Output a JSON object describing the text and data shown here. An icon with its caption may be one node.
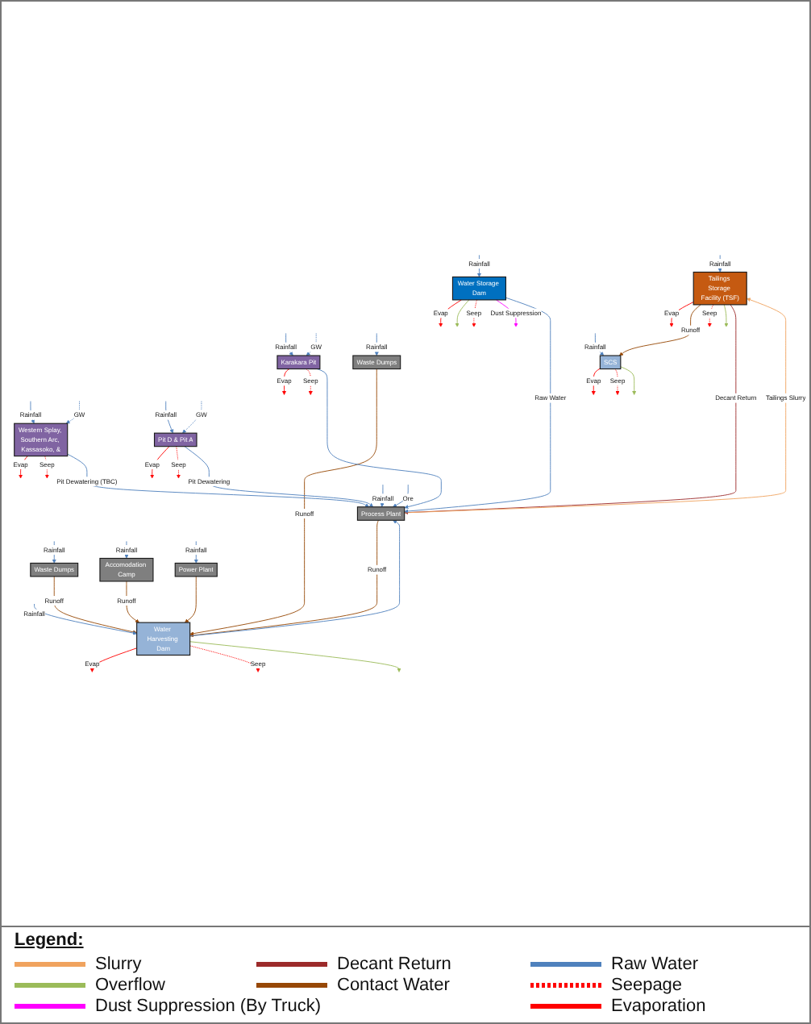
{
  "diagram": {
    "nodes": [
      {
        "text": [
          "Tailings Storage Facility (TSF)"
        ]
      },
      {
        "text": [
          "SCS"
        ]
      },
      {
        "text": [
          "Water Storage Dam"
        ]
      },
      {
        "text": [
          "Waste Dumps"
        ]
      },
      {
        "text": [
          "Karakara Pit"
        ]
      },
      {
        "text": [
          "Pit D & Pit A"
        ]
      },
      {
        "text": [
          "Process Plant"
        ]
      },
      {
        "text": [
          "Power Plant"
        ]
      },
      {
        "text": [
          "Accomodation Camp"
        ]
      },
      {
        "text": [
          "Waste Dumps"
        ]
      },
      {
        "text": [
          "Western Splay, Southern Arc, Kassasoko, &"
        ]
      },
      {
        "text": [
          "Water Harvesting Dam"
        ]
      }
    ],
    "edges": [
      {
        "from": null,
        "to": 0,
        "arrow": "to",
        "label": "Rainfall"
      },
      {
        "from": 0,
        "to": null,
        "arrow": "to",
        "label": "Evap",
        "color": "#ff0000"
      },
      {
        "from": 0,
        "to": 1,
        "arrow": "to",
        "label": "Runoff",
        "color": "#974806"
      },
      {
        "from": 0,
        "to": null,
        "arrow": "to",
        "label": "Seep",
        "style": "dashed",
        "color": "#ff0000"
      },
      {
        "from": 0,
        "to": null,
        "arrow": "to",
        "color": "#9bbb59"
      },
      {
        "from": 0,
        "to": 6,
        "arrow": "to",
        "label": "Decant Return",
        "color": "#9c2b2b"
      },
      {
        "from": null,
        "to": 1,
        "arrow": "to",
        "label": "Rainfall"
      },
      {
        "from": 1,
        "to": null,
        "arrow": "to",
        "label": "Evap",
        "color": "#ff0000"
      },
      {
        "from": 1,
        "to": null,
        "arrow": "to",
        "label": "Seep",
        "style": "dashed",
        "color": "#ff0000"
      },
      {
        "from": 1,
        "to": null,
        "arrow": "to",
        "color": "#9bbb59"
      },
      {
        "from": 6,
        "to": 0,
        "arrow": "to",
        "label": "Tailings Slurry",
        "color": "#f0a35e"
      },
      {
        "from": null,
        "to": 2,
        "arrow": "to",
        "label": "Rainfall"
      },
      {
        "from": 2,
        "to": null,
        "arrow": "to",
        "label": "Evap",
        "color": "#ff0000"
      },
      {
        "from": 2,
        "to": null,
        "arrow": "to",
        "color": "#9bbb59"
      },
      {
        "from": 2,
        "to": null,
        "arrow": "to",
        "label": "Seep",
        "style": "dashed",
        "color": "#ff0000"
      },
      {
        "from": 2,
        "to": null,
        "arrow": "to",
        "label": "Dust Suppression",
        "color": "#ff00ff"
      },
      {
        "from": 2,
        "to": 6,
        "arrow": "to",
        "label": "Raw Water"
      },
      {
        "from": null,
        "to": 3,
        "arrow": "to",
        "label": "Rainfall"
      },
      {
        "from": 3,
        "to": 11,
        "arrow": "to",
        "label": "Runoff",
        "color": "#974806"
      },
      {
        "from": null,
        "to": 4,
        "arrow": "to",
        "label": "Rainfall"
      },
      {
        "from": 4,
        "to": null,
        "arrow": "to",
        "label": "Evap",
        "color": "#ff0000"
      },
      {
        "from": 4,
        "to": null,
        "arrow": "to",
        "label": "Seep",
        "style": "dashed",
        "color": "#ff0000"
      },
      {
        "from": null,
        "to": 4,
        "arrow": "to",
        "label": "GW",
        "style": "dashed"
      },
      {
        "from": 4,
        "to": 6,
        "arrow": "to"
      },
      {
        "from": null,
        "to": 5,
        "arrow": "to",
        "label": "Rainfall"
      },
      {
        "from": 5,
        "to": null,
        "arrow": "to",
        "label": "Evap",
        "color": "#ff0000"
      },
      {
        "from": 5,
        "to": null,
        "arrow": "to",
        "label": "Seep",
        "style": "dashed",
        "color": "#ff0000"
      },
      {
        "from": null,
        "to": 5,
        "arrow": "to",
        "label": "GW",
        "style": "dashed"
      },
      {
        "from": 5,
        "to": 6,
        "arrow": "to",
        "label": "Pit Dewatering"
      },
      {
        "from": null,
        "to": 6,
        "arrow": "to",
        "label": "Rainfall"
      },
      {
        "from": null,
        "to": 6,
        "arrow": "to",
        "label": "Ore"
      },
      {
        "from": 6,
        "to": 11,
        "arrow": "to",
        "label": "Runoff",
        "color": "#974806"
      },
      {
        "from": null,
        "to": 7,
        "arrow": "to",
        "label": "Rainfall"
      },
      {
        "from": 7,
        "to": 11,
        "arrow": "to",
        "color": "#974806"
      },
      {
        "from": null,
        "to": 8,
        "arrow": "to",
        "label": "Rainfall"
      },
      {
        "from": 8,
        "to": 11,
        "arrow": "to",
        "label": "Runoff",
        "color": "#974806"
      },
      {
        "from": null,
        "to": 9,
        "arrow": "to",
        "label": "Rainfall"
      },
      {
        "from": 9,
        "to": 11,
        "arrow": "to",
        "label": "Runoff",
        "color": "#974806"
      },
      {
        "from": null,
        "to": 10,
        "arrow": "to",
        "label": "Rainfall"
      },
      {
        "from": 10,
        "to": null,
        "arrow": "to",
        "label": "Evap",
        "color": "#ff0000"
      },
      {
        "from": 10,
        "to": null,
        "arrow": "to",
        "label": "Seep",
        "style": "dashed",
        "color": "#ff0000"
      },
      {
        "from": null,
        "to": 10,
        "arrow": "to",
        "label": "GW",
        "style": "dashed"
      },
      {
        "from": 10,
        "to": 6,
        "arrow": "to",
        "label": "Pit Dewatering (TBC)"
      },
      {
        "from": null,
        "to": 11,
        "arrow": "to",
        "label": "Rainfall"
      },
      {
        "from": 11,
        "to": null,
        "arrow": "to",
        "label": "Evap",
        "color": "#ff0000"
      },
      {
        "from": 11,
        "to": null,
        "arrow": "to",
        "label": "Seep",
        "style": "dashed",
        "color": "#ff0000"
      },
      {
        "from": 11,
        "to": null,
        "arrow": "to",
        "color": "#9bbb59"
      },
      {
        "from": 11,
        "to": 6,
        "arrow": "to"
      }
    ],
    "labels": [
      "Legend:"
    ],
    "legend": [
      {
        "text": "Slurry"
      },
      {
        "text": "Decant Return"
      },
      {
        "text": "Raw Water"
      },
      {
        "text": "Overflow"
      },
      {
        "text": "Contact Water"
      },
      {
        "text": "Seepage"
      },
      {
        "text": "Dust Suppression (By Truck)"
      },
      {
        "text": "Evaporation"
      }
    ]
  }
}
